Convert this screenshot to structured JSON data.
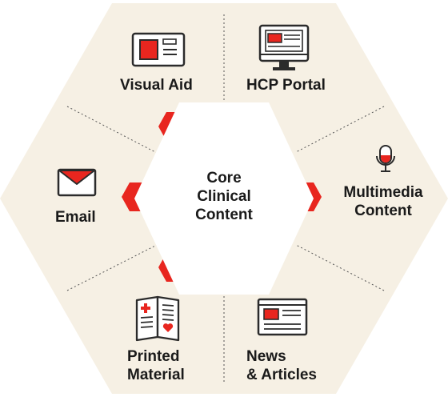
{
  "core": {
    "lines": [
      "Core",
      "Clinical",
      "Content"
    ]
  },
  "channels": [
    {
      "id": "visual-aid",
      "lines": [
        "Visual Aid"
      ],
      "icon": "visual-aid-card-icon"
    },
    {
      "id": "hcp-portal",
      "lines": [
        "HCP Portal"
      ],
      "icon": "monitor-icon"
    },
    {
      "id": "multimedia",
      "lines": [
        "Multimedia",
        "Content"
      ],
      "icon": "microphone-icon"
    },
    {
      "id": "news",
      "lines": [
        "News",
        "& Articles"
      ],
      "icon": "news-page-icon"
    },
    {
      "id": "printed",
      "lines": [
        "Printed",
        "Material"
      ],
      "icon": "brochure-icon"
    },
    {
      "id": "email",
      "lines": [
        "Email"
      ],
      "icon": "envelope-icon"
    }
  ],
  "colors": {
    "background_hexagon": "#f6f0e4",
    "core_hexagon": "#ffffff",
    "accent": "#e8261f",
    "outline": "#2b2b2b",
    "divider": "#555555"
  }
}
